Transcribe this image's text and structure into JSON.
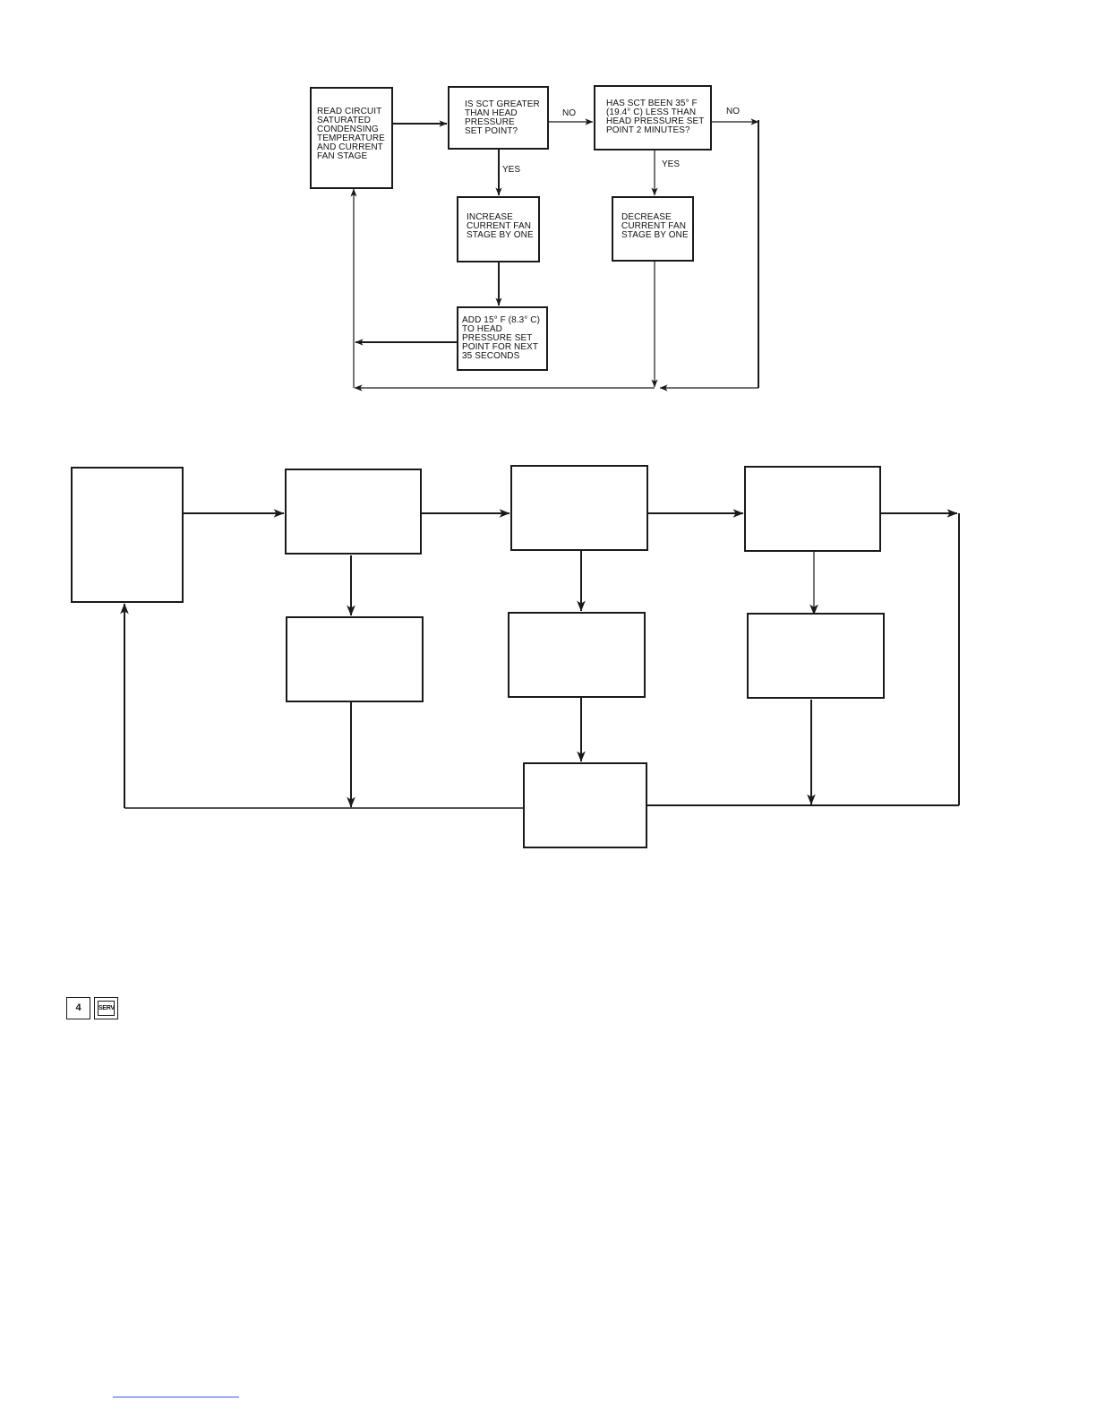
{
  "flowchart": {
    "boxes": {
      "read_circuit": "READ CIRCUIT\nSATURATED\nCONDENSING\nTEMPERATURE\nAND CURRENT\nFAN STAGE",
      "is_sct_greater": "IS SCT GREATER\nTHAN HEAD\nPRESSURE\nSET POINT?",
      "has_sct_been": "HAS SCT BEEN 35° F\n(19.4° C) LESS THAN\nHEAD PRESSURE SET\nPOINT 2 MINUTES?",
      "increase_fan": "INCREASE\nCURRENT FAN\nSTAGE BY ONE",
      "decrease_fan": "DECREASE\nCURRENT FAN\nSTAGE BY ONE",
      "add_15f": "ADD 15° F (8.3° C)\nTO HEAD\nPRESSURE SET\nPOINT FOR NEXT\n35 SECONDS"
    },
    "labels": {
      "no_1": "NO",
      "no_2": "NO",
      "yes_1": "YES",
      "yes_2": "YES"
    }
  },
  "footer": {
    "page_number": "4",
    "section_badge": "SERV"
  }
}
